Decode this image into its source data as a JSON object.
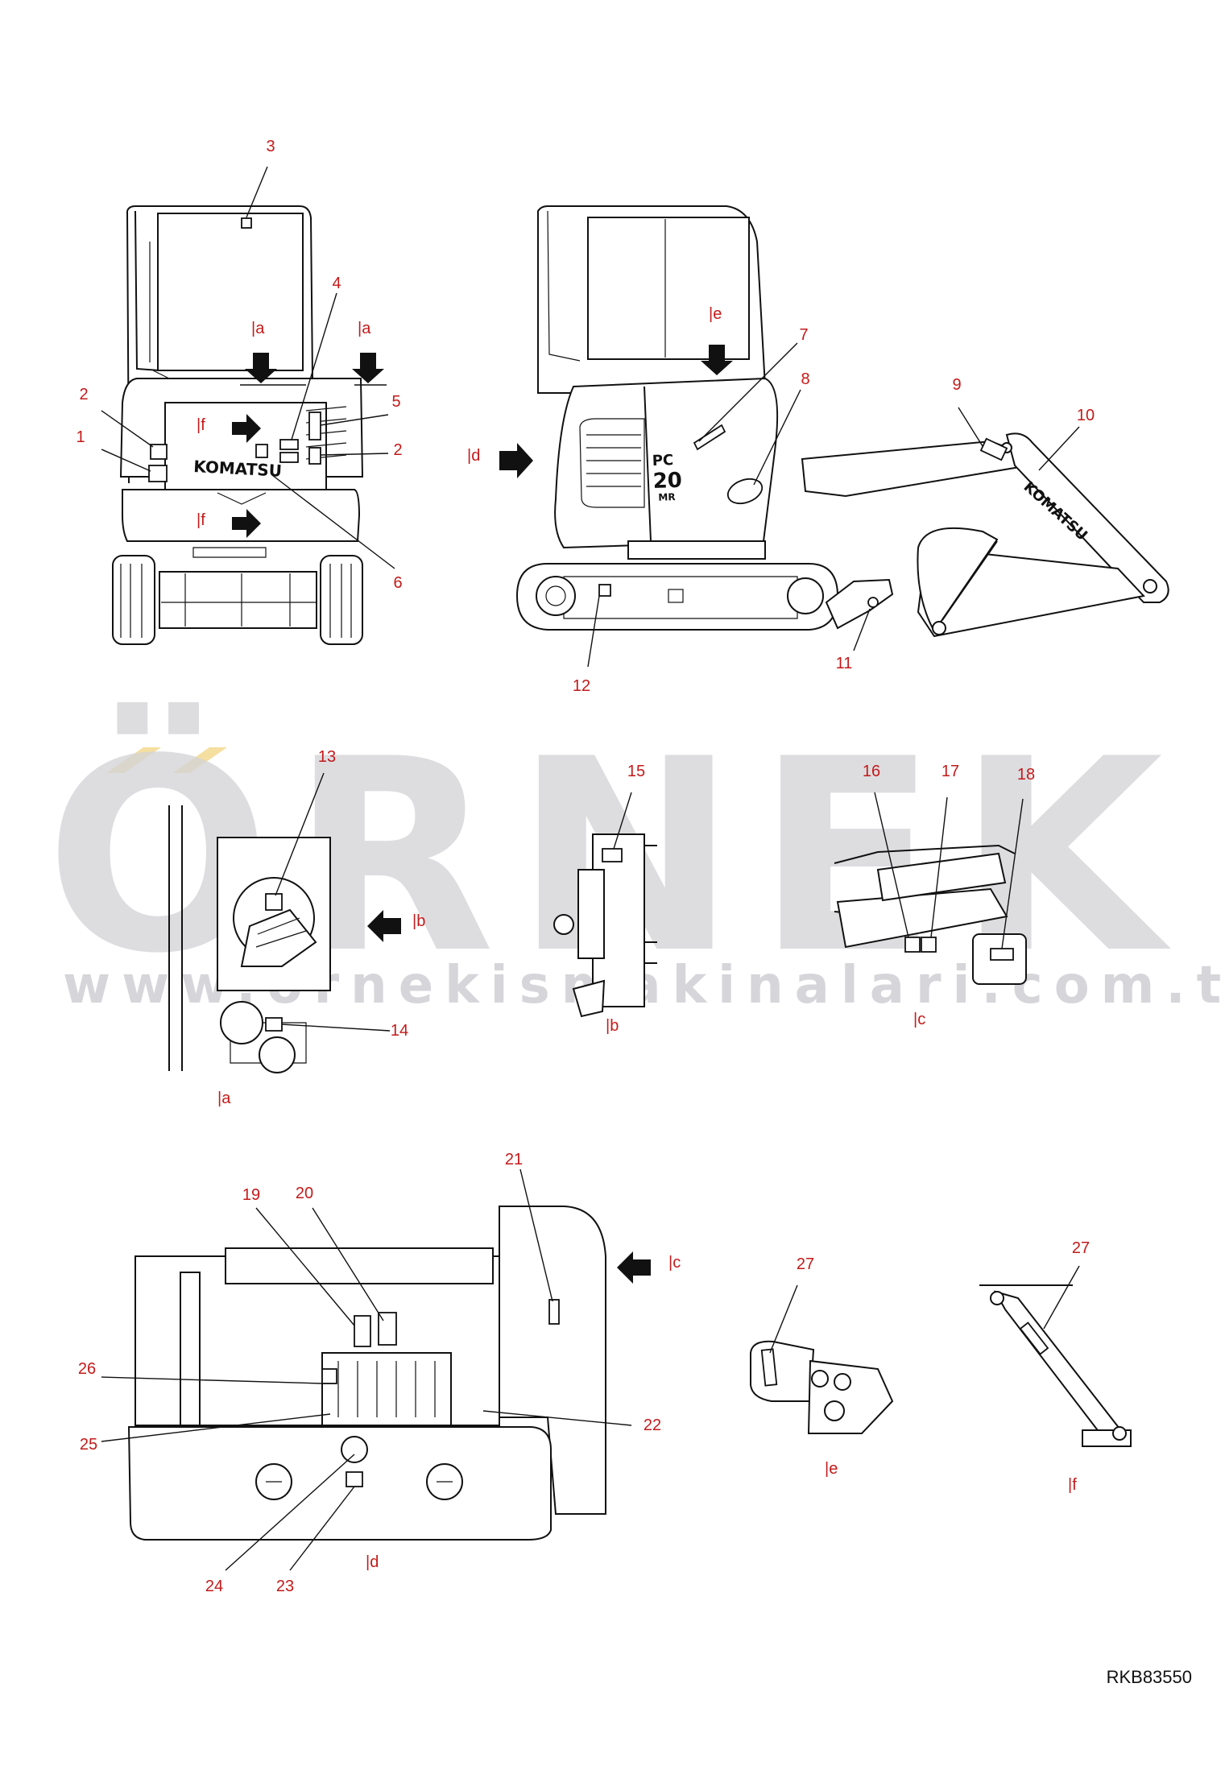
{
  "drawing_code": "RKB83550",
  "watermark": {
    "big": "ÖRNEK",
    "small": "www.ornekismakinalari.com.tr"
  },
  "machine_badge": {
    "brand": "KOMATSU",
    "model": "PC",
    "model_number": "20",
    "model_suffix": "MR"
  },
  "callouts": [
    "1",
    "2",
    "2",
    "3",
    "4",
    "5",
    "6",
    "7",
    "8",
    "9",
    "10",
    "11",
    "12",
    "13",
    "14",
    "15",
    "16",
    "17",
    "18",
    "19",
    "20",
    "21",
    "22",
    "23",
    "24",
    "25",
    "26",
    "27",
    "27"
  ],
  "view_refs": {
    "a": "|a",
    "b": "|b",
    "c": "|c",
    "d": "|d",
    "e": "|e",
    "f": "|f"
  },
  "colors": {
    "callout": "#c41a1a",
    "line": "#111111",
    "watermark_accent": "#f5dfa0",
    "watermark_gray": "#d4d4d8"
  }
}
